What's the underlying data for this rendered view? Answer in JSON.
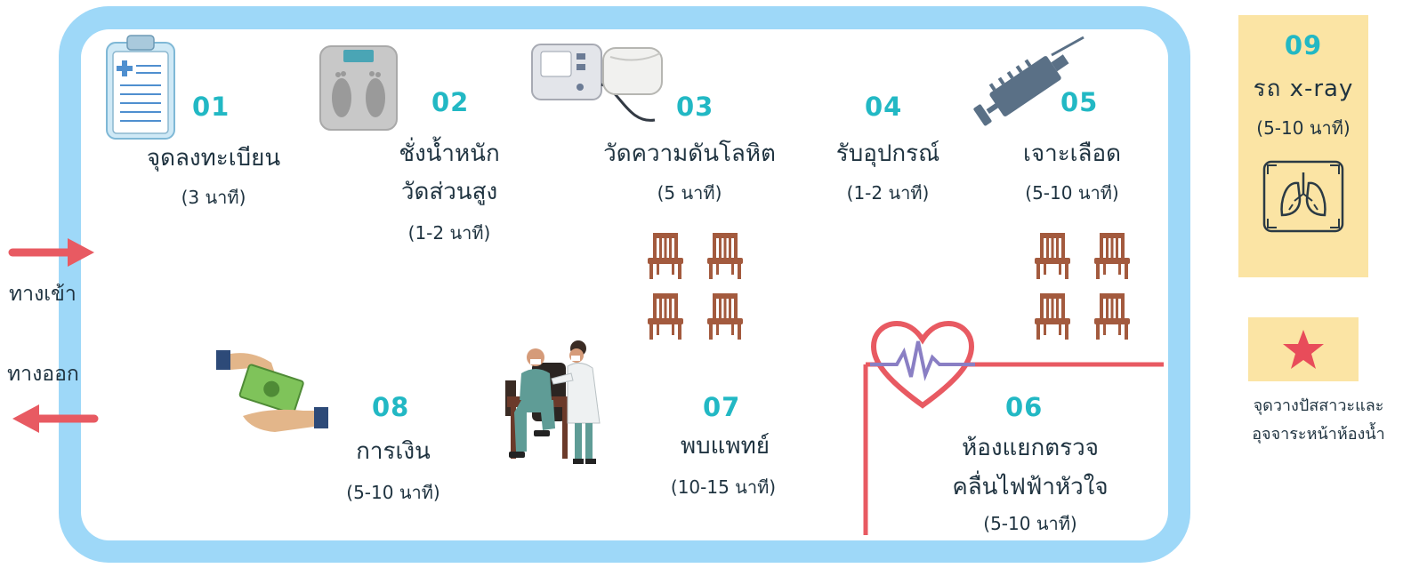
{
  "stations": [
    {
      "number": "01",
      "name": "จุดลงทะเบียน",
      "name2": "",
      "duration": "(3 นาที)",
      "icon": "clipboard-icon"
    },
    {
      "number": "02",
      "name": "ชั่งน้ำหนัก",
      "name2": "วัดส่วนสูง",
      "duration": "(1-2 นาที)",
      "icon": "scale-icon"
    },
    {
      "number": "03",
      "name": "วัดความดันโลหิต",
      "name2": "",
      "duration": "(5 นาที)",
      "icon": "blood-pressure-monitor-icon"
    },
    {
      "number": "04",
      "name": "รับอุปกรณ์",
      "name2": "",
      "duration": "(1-2 นาที)",
      "icon": ""
    },
    {
      "number": "05",
      "name": "เจาะเลือด",
      "name2": "",
      "duration": "(5-10 นาที)",
      "icon": "syringe-icon"
    },
    {
      "number": "06",
      "name": "ห้องแยกตรวจ",
      "name2": "คลื่นไฟฟ้าหัวใจ",
      "duration": "(5-10 นาที)",
      "icon": "heart-ecg-icon"
    },
    {
      "number": "07",
      "name": "พบแพทย์",
      "name2": "",
      "duration": "(10-15 นาที)",
      "icon": "doctor-patient-icon"
    },
    {
      "number": "08",
      "name": "การเงิน",
      "name2": "",
      "duration": "(5-10 นาที)",
      "icon": "money-exchange-icon"
    },
    {
      "number": "09",
      "name": "รถ x-ray",
      "name2": "",
      "duration": "(5-10 นาที)",
      "icon": "lungs-xray-icon"
    }
  ],
  "entrance": "ทางเข้า",
  "exit": "ทางออก",
  "legend": {
    "line1": "จุดวางปัสสาวะและ",
    "line2": "อุจจาระหน้าห้องน้ำ",
    "icon": "star-icon"
  },
  "colors": {
    "frame": "#9ed8f8",
    "number": "#22b8c4",
    "arrow": "#e85a62",
    "chair": "#a35a3e",
    "xray_box": "#fbe4a4",
    "star": "#e84c5a",
    "ecg_line": "#e85a62"
  }
}
